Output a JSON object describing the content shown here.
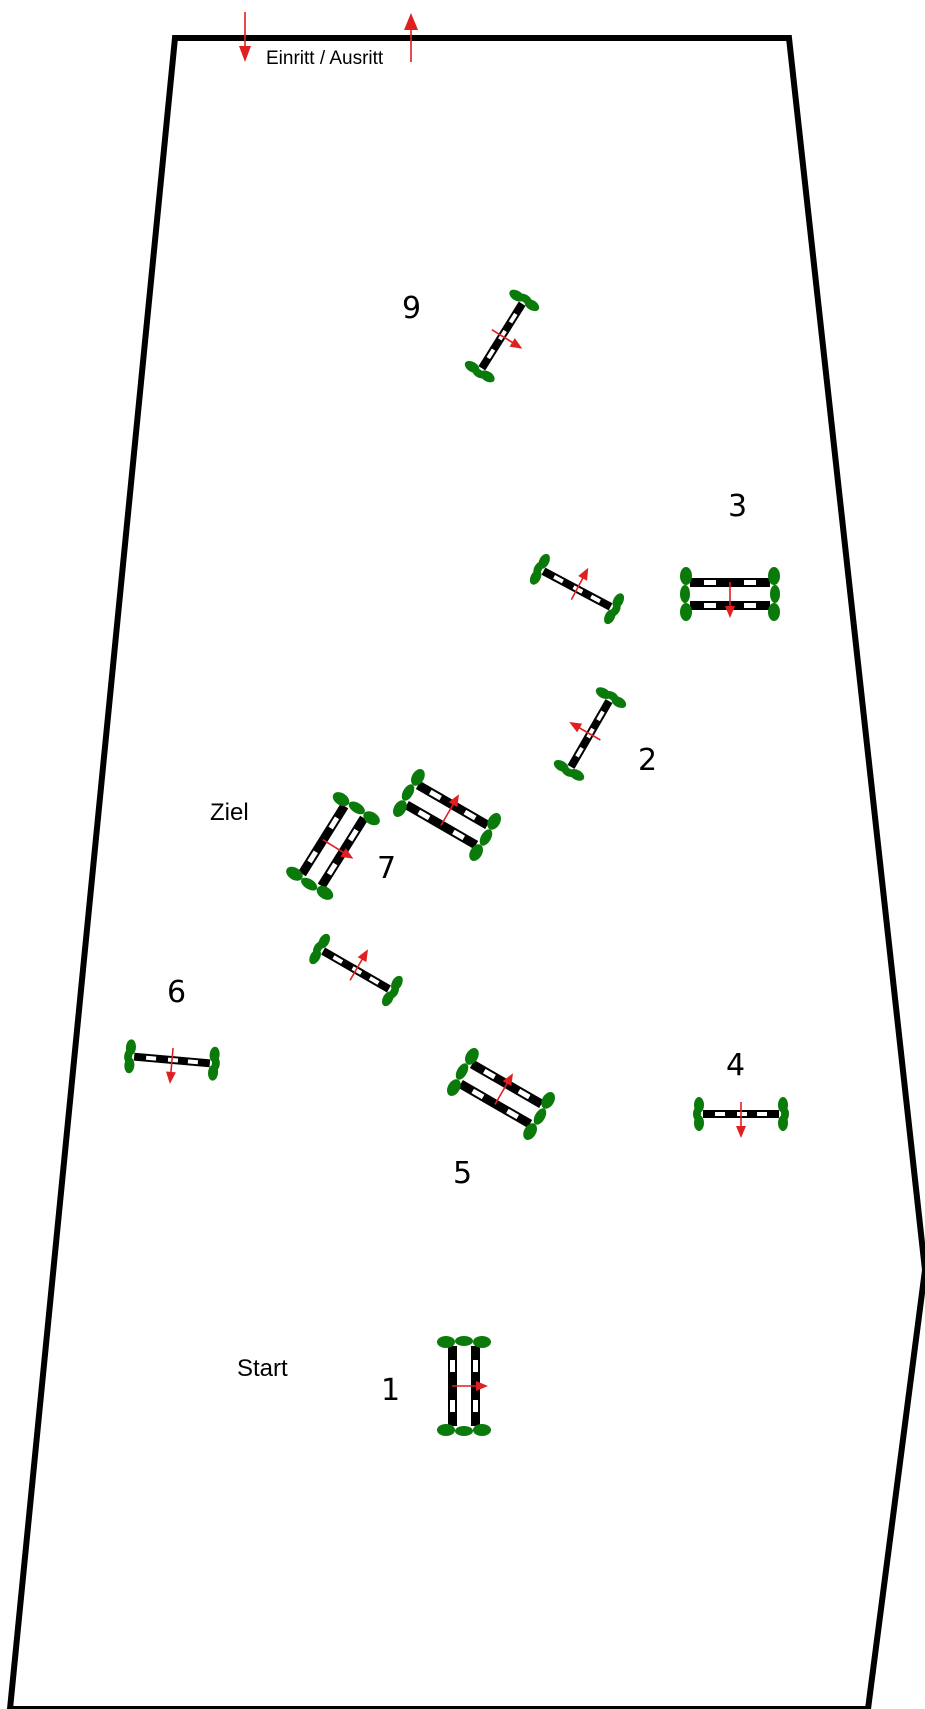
{
  "arena": {
    "entry_label": "Einritt / Ausritt",
    "start_label": "Start",
    "finish_label": "Ziel",
    "border_color": "#000000",
    "arrow_color": "#e02020",
    "wing_color": "#0a7a0a",
    "rail_color": "#000000",
    "rail_stripe_color": "#ffffff"
  },
  "obstacles": [
    {
      "id": "1",
      "label": "1",
      "kind": "double"
    },
    {
      "id": "2",
      "label": "2",
      "kind": "single"
    },
    {
      "id": "3",
      "label": "3",
      "kind": "double"
    },
    {
      "id": "4",
      "label": "4",
      "kind": "single"
    },
    {
      "id": "5",
      "label": "5",
      "kind": "double"
    },
    {
      "id": "6",
      "label": "6",
      "kind": "single"
    },
    {
      "id": "7",
      "label": "7",
      "kind": "double"
    },
    {
      "id": "9",
      "label": "9",
      "kind": "single"
    },
    {
      "id": "a",
      "label": "",
      "kind": "single"
    },
    {
      "id": "b",
      "label": "",
      "kind": "double"
    },
    {
      "id": "c",
      "label": "",
      "kind": "single"
    }
  ]
}
